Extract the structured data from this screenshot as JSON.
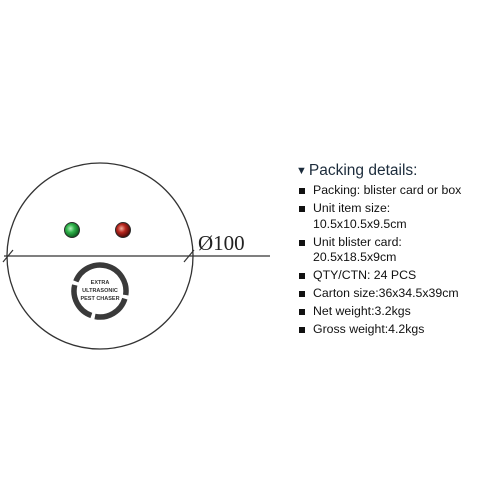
{
  "diagram": {
    "diameter_label": "Ø100",
    "logo_lines": [
      "EXTRA",
      "ULTRASONIC",
      "PEST CHASER"
    ],
    "indicator_colors": {
      "green": "#1f9a3a",
      "red": "#9a1a1a"
    }
  },
  "packing": {
    "heading": "Packing details:",
    "items": [
      {
        "label": "Packing: blister card or box"
      },
      {
        "label": "Unit item size:",
        "value": "10.5x10.5x9.5cm"
      },
      {
        "label": "Unit blister card:",
        "value": "20.5x18.5x9cm"
      },
      {
        "label": "QTY/CTN: 24 PCS"
      },
      {
        "label": "Carton size:36x34.5x39cm"
      },
      {
        "label": "Net weight:3.2kgs"
      },
      {
        "label": "Gross weight:4.2kgs"
      }
    ]
  }
}
